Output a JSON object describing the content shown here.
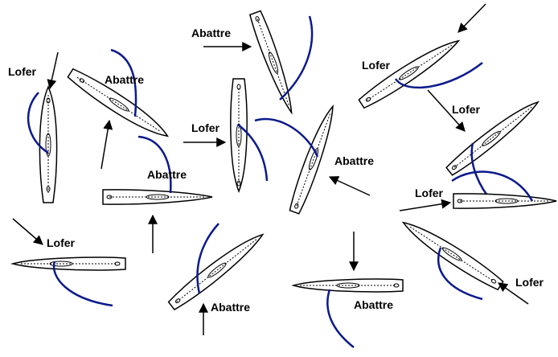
{
  "colors": {
    "hull_stroke": "#000000",
    "hull_fill": "#ffffff",
    "sail_curve": "#0b1a8c",
    "arrow": "#000000"
  },
  "boats": [
    {
      "id": "boat-1",
      "label": "Lofer"
    },
    {
      "id": "boat-2",
      "label": "Abattre"
    },
    {
      "id": "boat-3",
      "label": "Abattre"
    },
    {
      "id": "boat-4",
      "label": "Abattre"
    },
    {
      "id": "boat-5",
      "label": "Lofer"
    },
    {
      "id": "boat-6",
      "label": "Lofer"
    },
    {
      "id": "boat-7",
      "label": "Abattre"
    },
    {
      "id": "boat-8",
      "label": "Abattre"
    },
    {
      "id": "boat-9",
      "label": "Lofer"
    },
    {
      "id": "boat-10",
      "label": "Lofer"
    },
    {
      "id": "boat-11",
      "label": "Lofer"
    },
    {
      "id": "boat-12",
      "label": "Abattre"
    },
    {
      "id": "boat-13",
      "label": "Lofer"
    }
  ]
}
